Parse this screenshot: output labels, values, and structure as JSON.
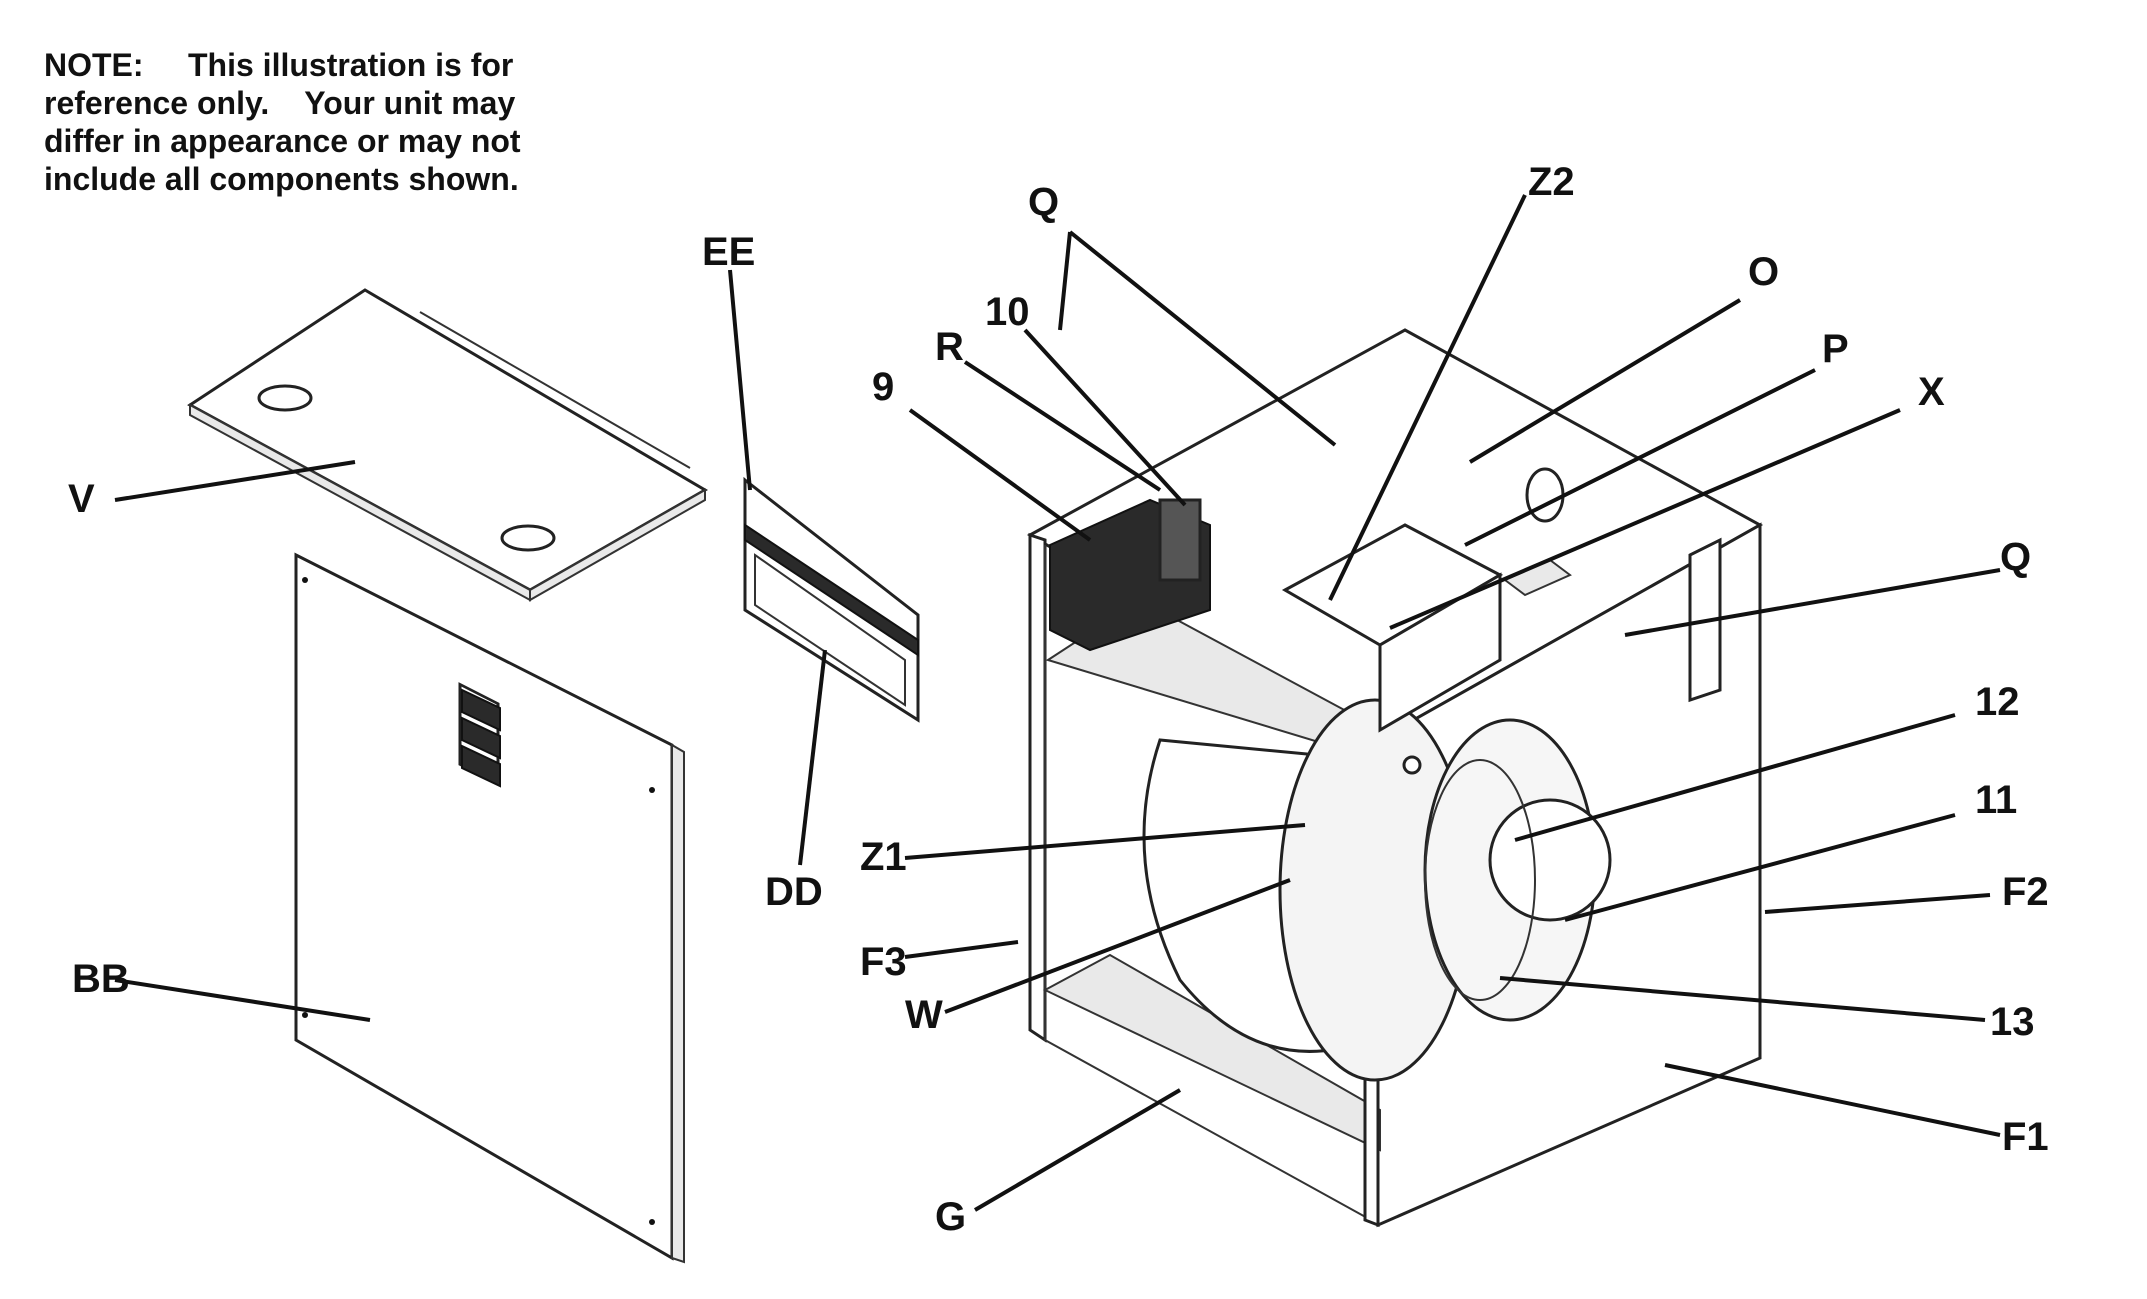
{
  "note": {
    "lines": [
      "NOTE:     This illustration is for",
      "reference only.    Your unit may",
      "differ in appearance or may not",
      "include all components shown."
    ]
  },
  "callouts": {
    "Q_top": "Q",
    "EE": "EE",
    "Z2": "Z2",
    "O": "O",
    "R": "R",
    "10": "10",
    "9": "9",
    "P": "P",
    "X": "X",
    "V": "V",
    "Q_right": "Q",
    "12": "12",
    "11": "11",
    "Z1": "Z1",
    "DD": "DD",
    "F2": "F2",
    "F3": "F3",
    "W": "W",
    "BB": "BB",
    "13": "13",
    "F1": "F1",
    "G": "G"
  }
}
